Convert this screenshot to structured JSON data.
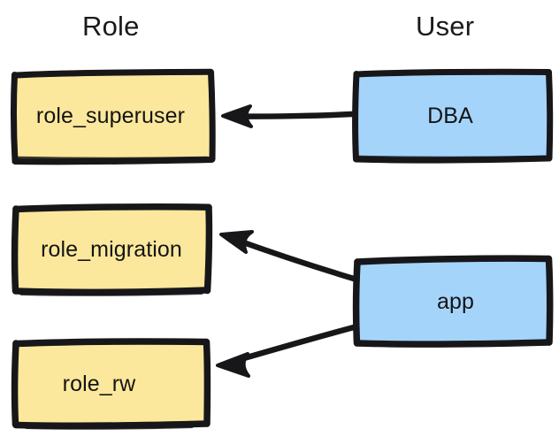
{
  "diagram": {
    "title_columns": {
      "role": "Role",
      "user": "User"
    },
    "colors": {
      "role_fill": "#FBE89C",
      "user_fill": "#A5D4FB",
      "stroke": "#17171a",
      "text": "#141414",
      "background": "#ffffff"
    },
    "nodes": [
      {
        "id": "role_superuser",
        "label": "role_superuser",
        "column": "Role",
        "fill": "#FBE89C"
      },
      {
        "id": "role_migration",
        "label": "role_migration",
        "column": "Role",
        "fill": "#FBE89C"
      },
      {
        "id": "role_rw",
        "label": "role_rw",
        "column": "Role",
        "fill": "#FBE89C"
      },
      {
        "id": "dba",
        "label": "DBA",
        "column": "User",
        "fill": "#A5D4FB"
      },
      {
        "id": "app",
        "label": "app",
        "column": "User",
        "fill": "#A5D4FB"
      }
    ],
    "edges": [
      {
        "from": "dba",
        "to": "role_superuser",
        "style": "solid-arrow",
        "direction": "left"
      },
      {
        "from": "app",
        "to": "role_migration",
        "style": "solid-arrow",
        "direction": "up-left"
      },
      {
        "from": "app",
        "to": "role_rw",
        "style": "solid-arrow",
        "direction": "down-left"
      }
    ]
  }
}
